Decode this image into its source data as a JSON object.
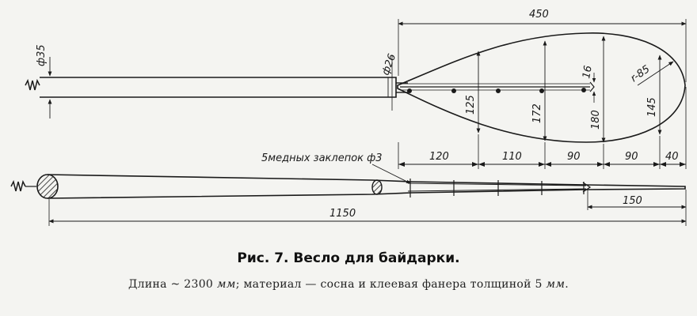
{
  "dimensions": {
    "total_blade": "450",
    "shaft_diameter": "ф35",
    "neck_diameter": "ф26",
    "rib_width": "16",
    "tip_radius": "r-85",
    "width_125": "125",
    "width_172": "172",
    "width_180": "180",
    "width_145": "145",
    "seg_120": "120",
    "seg_110": "110",
    "seg_90a": "90",
    "seg_90b": "90",
    "seg_40": "40",
    "shaft_length": "1150",
    "rib_extension": "150"
  },
  "callout": "5медных заклепок ф3",
  "caption": {
    "title": "Рис. 7. Весло для байдарки.",
    "line_before_unit1": "Длина ~ 2300 ",
    "unit1": "мм",
    "line_middle": "; материал — сосна и клеевая фанера толщиной 5 ",
    "unit2": "мм",
    "line_end": "."
  },
  "colors": {
    "ink": "#1a1a1a",
    "paper": "#f4f4f1"
  }
}
